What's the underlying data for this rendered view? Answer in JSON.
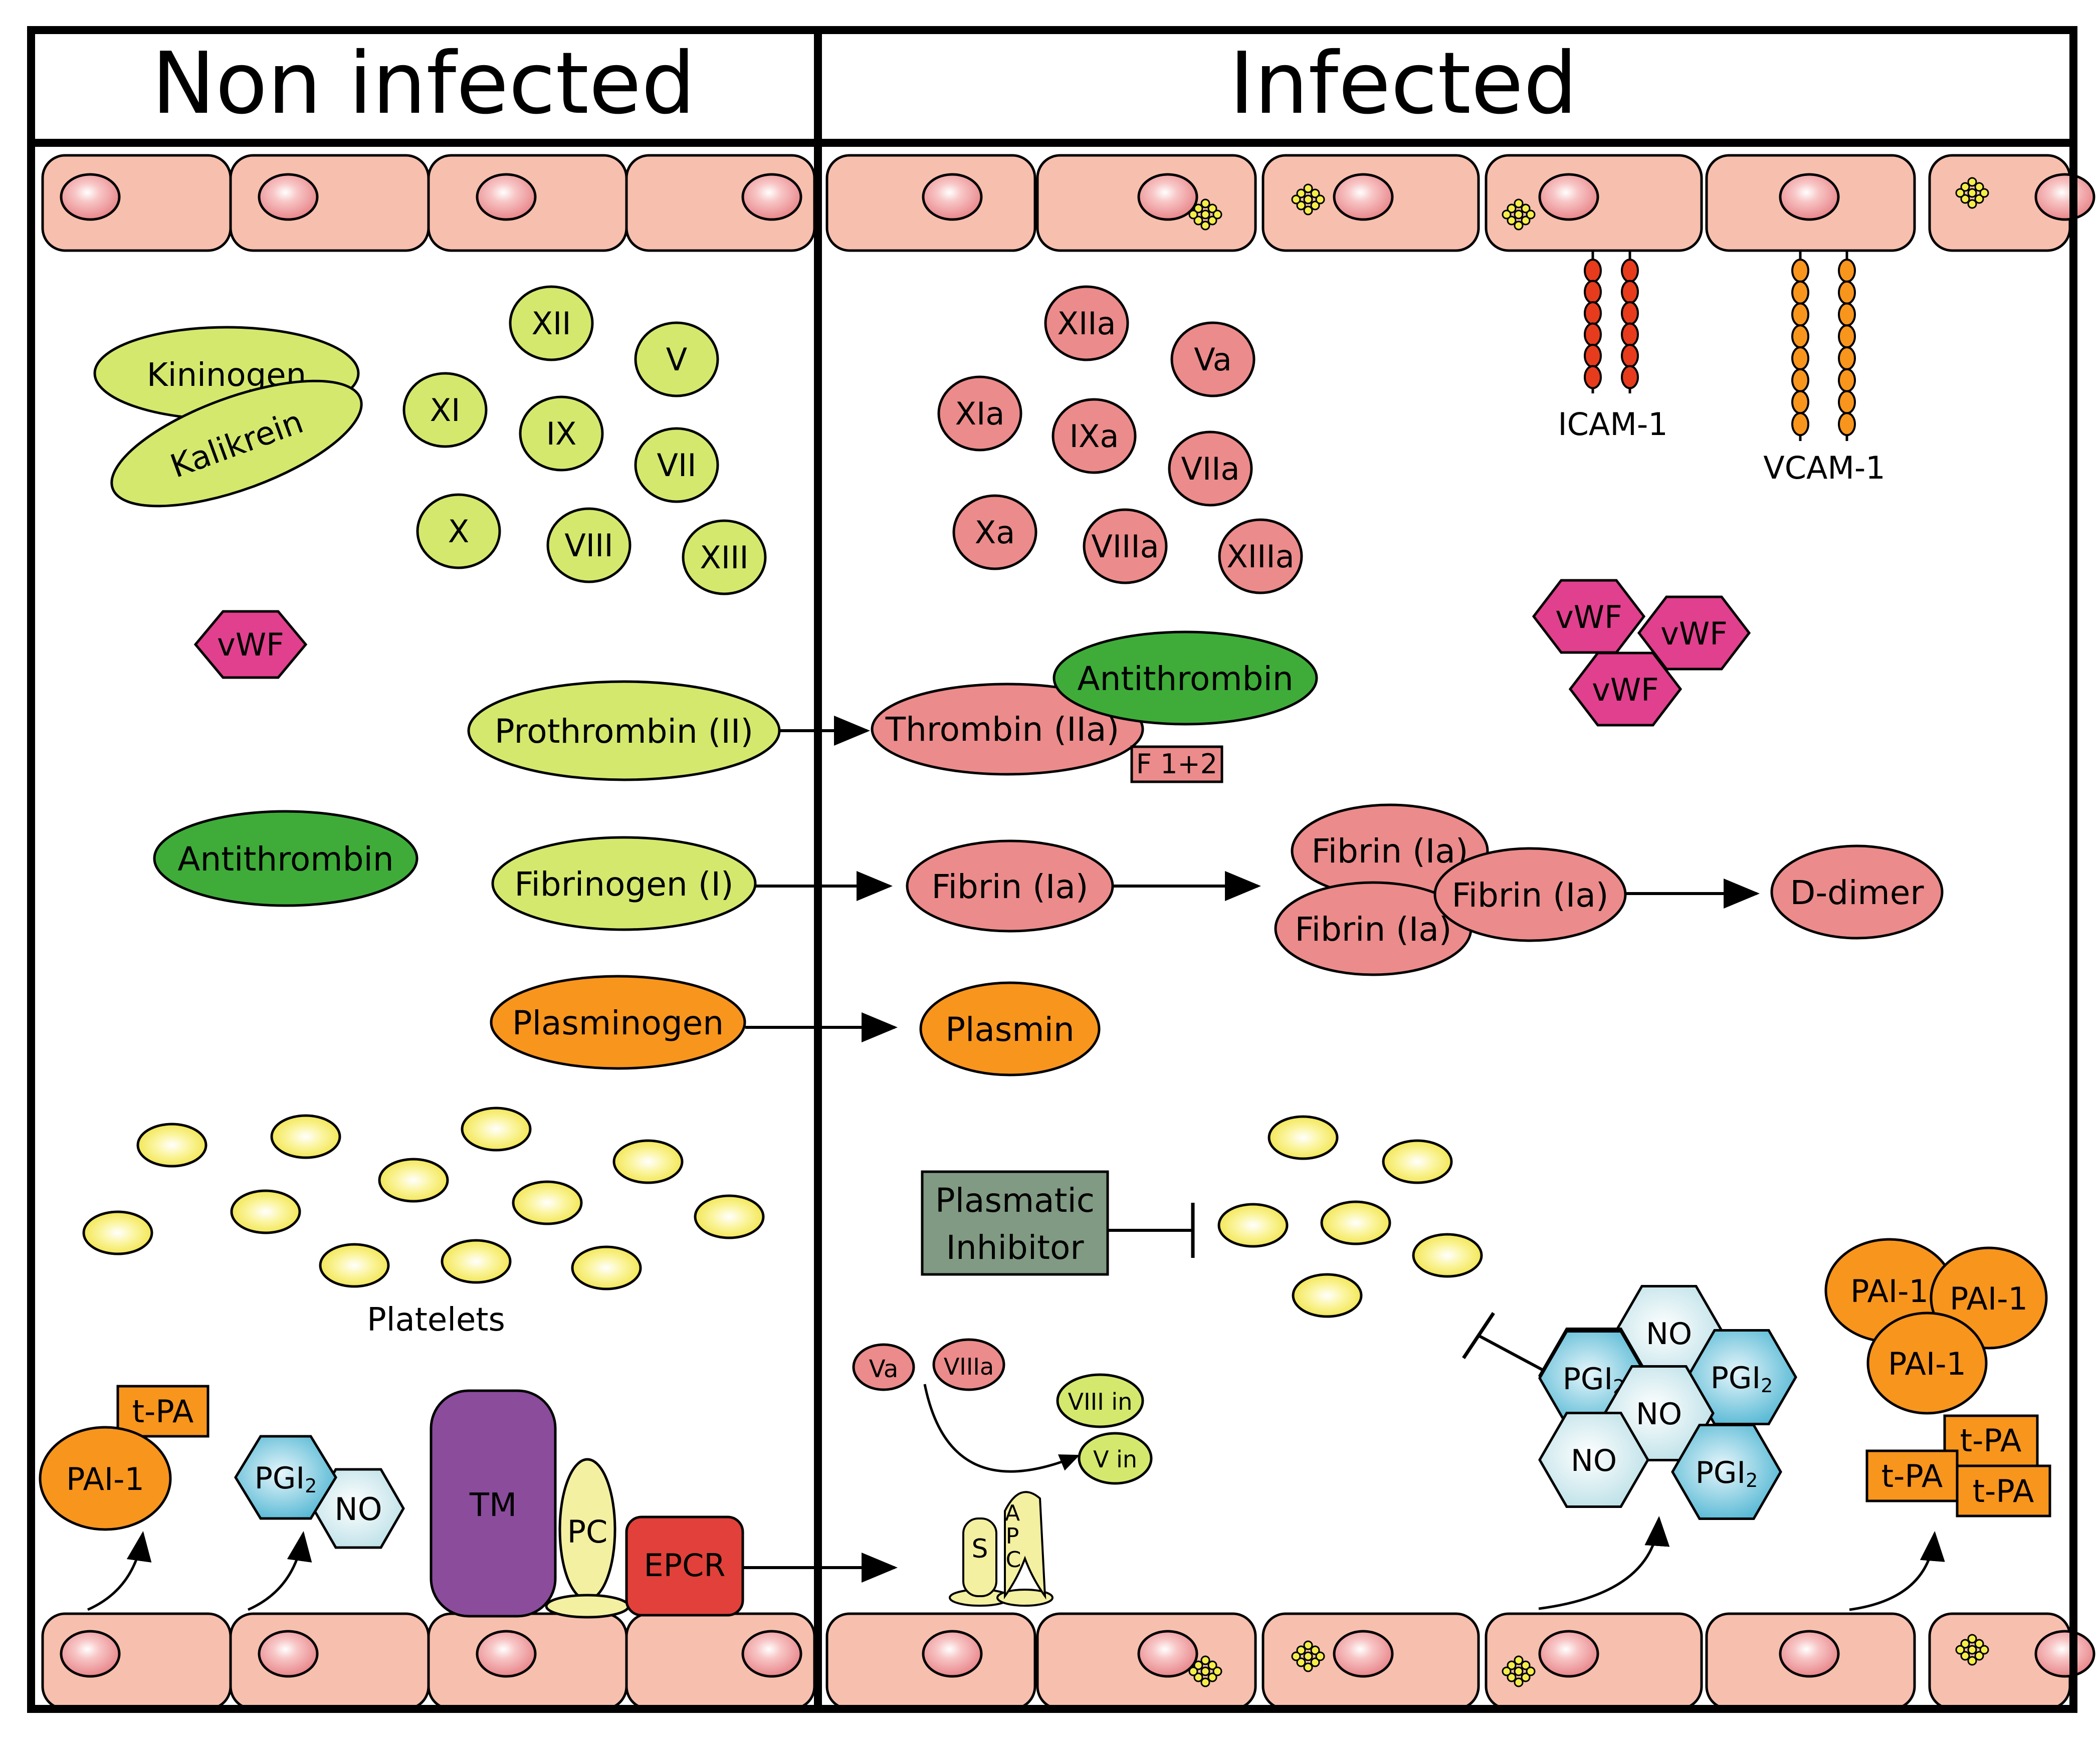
{
  "panels": {
    "left_title": "Non infected",
    "right_title": "Infected"
  },
  "colors": {
    "endothelium": "#f7bfae",
    "nucleus": "#f3a3a3",
    "inactive_factor": "#d5e86e",
    "active_factor": "#ec8b8b",
    "antithrombin": "#3fac3a",
    "plasmin": "#f8951d",
    "vwf": "#e1408e",
    "platelet": "#f5ee6a",
    "pgi2": "#6cc4dc",
    "no": "#cfe9ee",
    "tm": "#8b4c9c",
    "epcr": "#e1413a",
    "pc": "#f4f0a2",
    "inhibitor_box": "#819a83",
    "icam": "#e63b1c",
    "vcam": "#f8951d"
  },
  "left": {
    "kininogen": "Kininogen",
    "kalikrein": "Kalikrein",
    "factors": [
      "XII",
      "V",
      "XI",
      "IX",
      "VII",
      "X",
      "VIII",
      "XIII"
    ],
    "vwf": "vWF",
    "prothrombin": "Prothrombin (II)",
    "antithrombin": "Antithrombin",
    "fibrinogen": "Fibrinogen (I)",
    "plasminogen": "Plasminogen",
    "platelets_label": "Platelets",
    "pai1": "PAI-1",
    "tpa": "t-PA",
    "pgi2": "PGI",
    "pgi2_sub": "2",
    "no": "NO",
    "tm": "TM",
    "pc": "PC",
    "epcr": "EPCR"
  },
  "right": {
    "factors": [
      "XIIa",
      "Va",
      "XIa",
      "IXa",
      "VIIa",
      "Xa",
      "VIIIa",
      "XIIIa"
    ],
    "icam": "ICAM-1",
    "vcam": "VCAM-1",
    "vwf": [
      "vWF",
      "vWF",
      "vWF"
    ],
    "antithrombin": "Antithrombin",
    "thrombin": "Thrombin (IIa)",
    "f12": "F 1+2",
    "fibrin": "Fibrin (Ia)",
    "fibrin_cluster": [
      "Fibrin (Ia)",
      "Fibrin (Ia)",
      "Fibrin (Ia)"
    ],
    "ddimer": "D-dimer",
    "plasmin": "Plasmin",
    "inhibitor_line1": "Plasmatic",
    "inhibitor_line2": "Inhibitor",
    "va": "Va",
    "viiia": "VIIIa",
    "viii_in": "VIII in",
    "v_in": "V in",
    "apc_s": "S",
    "apc_letters": [
      "A",
      "P",
      "C"
    ],
    "pgi2": "PGI",
    "pgi2_sub": "2",
    "no": "NO",
    "pai1": [
      "PAI-1",
      "PAI-1",
      "PAI-1"
    ],
    "tpa": [
      "t-PA",
      "t-PA",
      "t-PA"
    ]
  }
}
